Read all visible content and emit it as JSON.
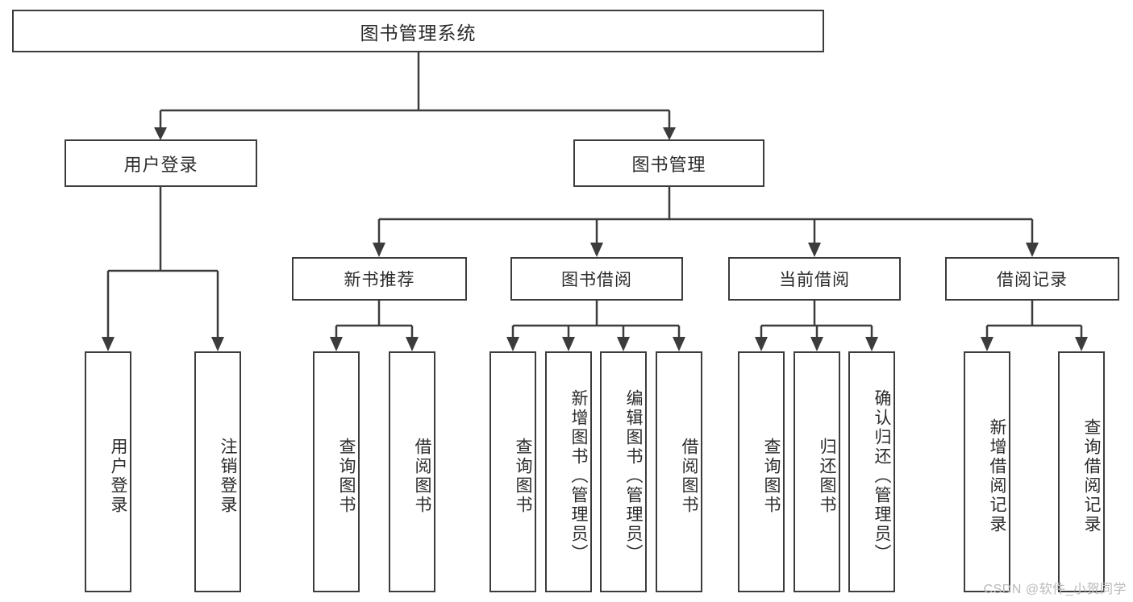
{
  "diagram": {
    "title": "图书管理系统",
    "type": "hierarchy-tree",
    "root": {
      "label": "图书管理系统"
    },
    "level2": [
      {
        "label": "用户登录"
      },
      {
        "label": "图书管理"
      }
    ],
    "level3": [
      {
        "label": "新书推荐"
      },
      {
        "label": "图书借阅"
      },
      {
        "label": "当前借阅"
      },
      {
        "label": "借阅记录"
      }
    ],
    "leaves": {
      "user_login": [
        {
          "label": "用户登录"
        },
        {
          "label": "注销登录"
        }
      ],
      "new_book_recommend": [
        {
          "label": "查询图书"
        },
        {
          "label": "借阅图书"
        }
      ],
      "book_borrow": [
        {
          "label": "查询图书"
        },
        {
          "label": "新增图书（管理员）"
        },
        {
          "label": "编辑图书（管理员）"
        },
        {
          "label": "借阅图书"
        }
      ],
      "current_borrow": [
        {
          "label": "查询图书"
        },
        {
          "label": "归还图书"
        },
        {
          "label": "确认归还（管理员）"
        }
      ],
      "borrow_record": [
        {
          "label": "新增借阅记录"
        },
        {
          "label": "查询借阅记录"
        }
      ]
    }
  },
  "watermark": {
    "text": "CSDN @软件_小贺同学"
  },
  "colors": {
    "line": "#3c3c3c",
    "box_fill": "#ffffff",
    "text": "#2b2b2b",
    "watermark": "#b9b9b9",
    "background": "#ffffff"
  }
}
